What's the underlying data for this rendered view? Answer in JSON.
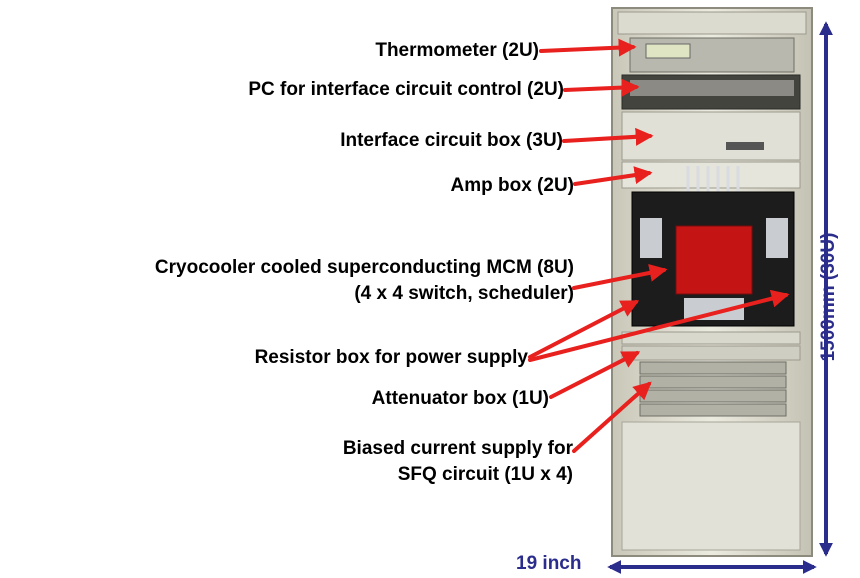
{
  "labels": {
    "thermometer": "Thermometer (2U)",
    "pc": "PC for interface circuit control (2U)",
    "interface_box": "Interface circuit box (3U)",
    "amp_box": "Amp box (2U)",
    "mcm_line1": "Cryocooler cooled  superconducting MCM (8U)",
    "mcm_line2": "(4 x 4 switch, scheduler)",
    "resistor_box": "Resistor box for power supply",
    "attenuator_box": "Attenuator box (1U)",
    "bias_line1": "Biased current supply for",
    "bias_line2": "SFQ circuit (1U x 4)"
  },
  "dimensions": {
    "height": "1500mm (30U)",
    "width": "19 inch"
  },
  "colors": {
    "arrow": "#e8201e",
    "dimension": "#2b2d8c",
    "text": "#000000"
  }
}
